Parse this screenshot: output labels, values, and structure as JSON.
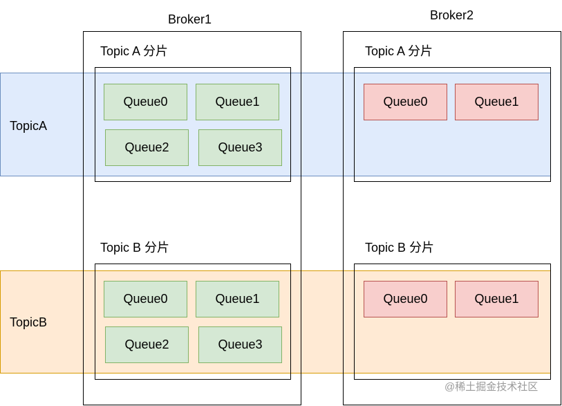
{
  "brokers": [
    {
      "name": "Broker1"
    },
    {
      "name": "Broker2"
    }
  ],
  "topics": [
    {
      "name": "TopicA",
      "color": "#dae8fc",
      "border": "#6c8ebf"
    },
    {
      "name": "TopicB",
      "color": "#ffe6cc",
      "border": "#d79b00"
    }
  ],
  "partitions": {
    "broker1_a": {
      "label": "Topic A 分片",
      "queues": [
        "Queue0",
        "Queue1",
        "Queue2",
        "Queue3"
      ]
    },
    "broker1_b": {
      "label": "Topic B 分片",
      "queues": [
        "Queue0",
        "Queue1",
        "Queue2",
        "Queue3"
      ]
    },
    "broker2_a": {
      "label": "Topic A 分片",
      "queues": [
        "Queue0",
        "Queue1"
      ]
    },
    "broker2_b": {
      "label": "Topic B 分片",
      "queues": [
        "Queue0",
        "Queue1"
      ]
    }
  },
  "queue_colors": {
    "broker1": "#d5e8d4",
    "broker2": "#f8cecc"
  },
  "watermark": "@稀土掘金技术社区"
}
